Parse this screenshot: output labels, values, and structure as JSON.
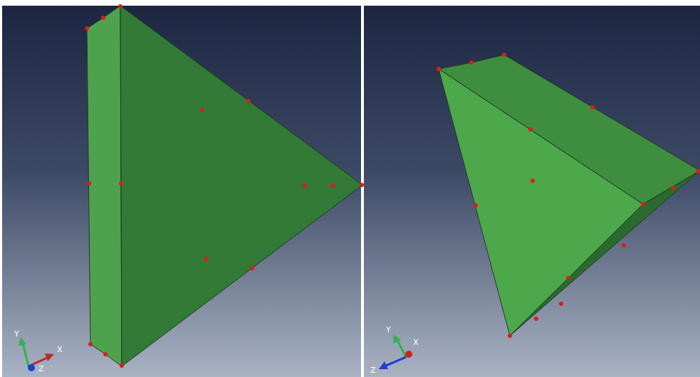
{
  "diagram": {
    "labels": [
      "Y",
      "X",
      "Z",
      "Y",
      "X",
      "Z"
    ]
  }
}
